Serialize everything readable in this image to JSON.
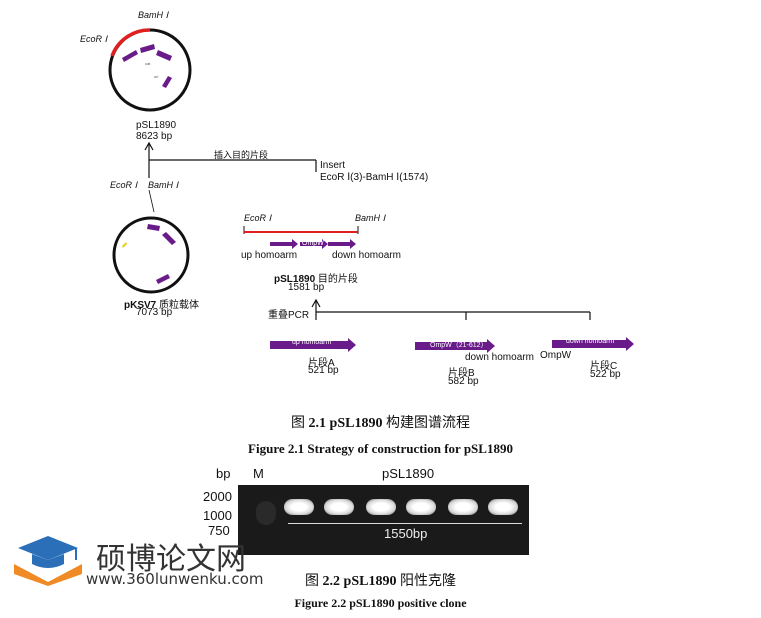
{
  "figure1": {
    "top_plasmid": {
      "name": "pSL1890",
      "size": "8623 bp",
      "site_left": "EcoR Ⅰ",
      "site_top": "BamH Ⅰ"
    },
    "insert_arrow_label": "插入目的片段",
    "insert_label": "Insert",
    "insert_detail": "EcoR Ⅰ(3)-BamH Ⅰ(1574)",
    "bottom_plasmid": {
      "name": "pKSV7",
      "suffix": "质粒载体",
      "size": "7073 bp",
      "site_left": "EcoR Ⅰ",
      "site_top": "BamH Ⅰ"
    },
    "fragment_map": {
      "site_left": "EcoR Ⅰ",
      "site_right": "BamH Ⅰ",
      "inner_label": "OmpW",
      "left_label": "up homoarm",
      "right_label": "down homoarm",
      "title": "pSL1890",
      "title_suffix": "目的片段",
      "size": "1581 bp"
    },
    "pcr_label": "重叠PCR",
    "fragments": [
      {
        "arrow_text": "up homoarm",
        "name": "片段A",
        "size": "521 bp"
      },
      {
        "arrow_text": "OmpW（21-612）",
        "side_label": "down homoarm",
        "name": "片段B",
        "size": "582 bp"
      },
      {
        "arrow_text": "down homoarm",
        "side_label": "OmpW",
        "name": "片段C",
        "size": "522 bp"
      }
    ],
    "caption_cn_prefix": "图",
    "caption_cn_bold": "2.1 pSL1890",
    "caption_cn_suffix": "构建图谱流程",
    "caption_en": "Figure 2.1 Strategy of construction for pSL1890"
  },
  "figure2": {
    "bp_label": "bp",
    "marker_label": "M",
    "sample_label": "pSL1890",
    "ladder": [
      "2000",
      "1000",
      "750"
    ],
    "band_label": "1550bp",
    "caption_cn_prefix": "图",
    "caption_cn_bold": "2.2 pSL1890",
    "caption_cn_suffix": "阳性克隆",
    "caption_en": "Figure 2.2 pSL1890 positive clone"
  },
  "watermark": {
    "name": "硕博论文网",
    "url": "www.360lunwenku.com"
  },
  "colors": {
    "purple": "#6a1b8a",
    "red": "#e02020",
    "watermark_blue": "#2a6fb8",
    "watermark_orange": "#f08a24"
  }
}
